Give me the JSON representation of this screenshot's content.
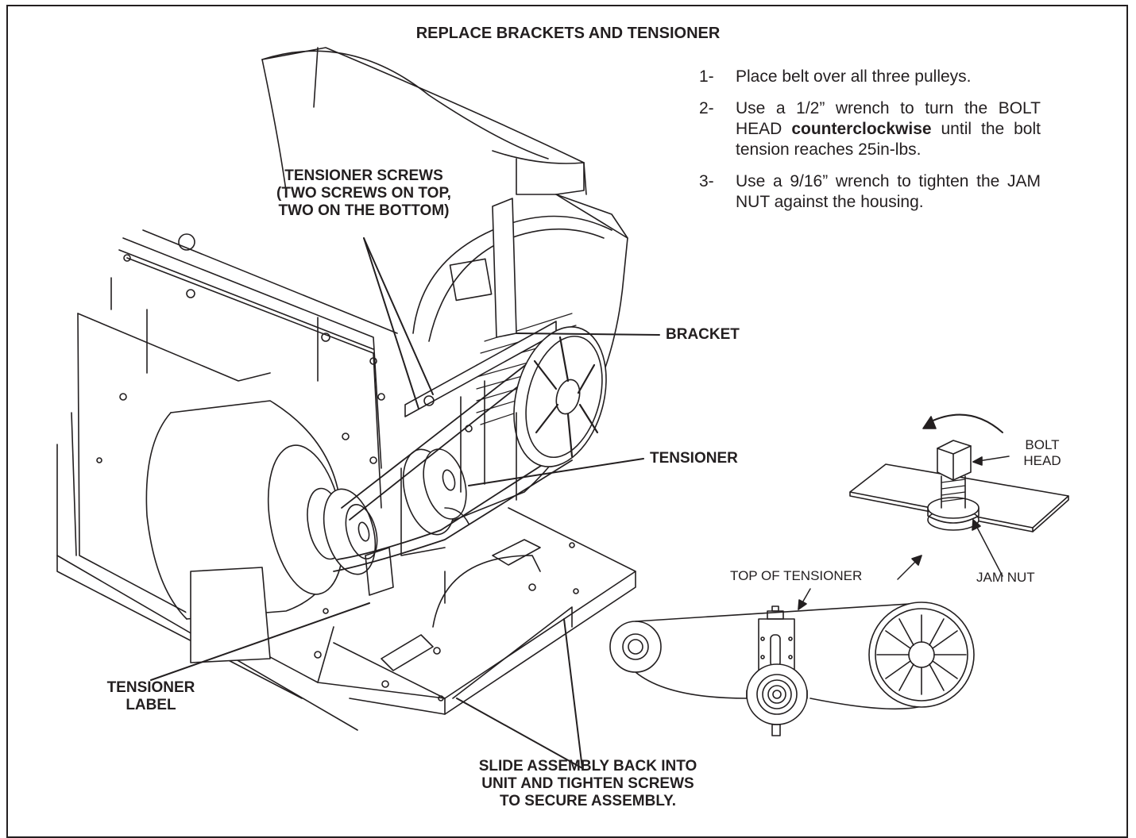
{
  "title": "REPLACE BRACKETS AND TENSIONER",
  "steps": [
    {
      "num": "1-",
      "text": "Place belt over all three pulleys."
    },
    {
      "num": "2-",
      "text_a": "Use a 1/2” wrench to turn the BOLT HEAD ",
      "bold": "counterclockwise",
      "text_b": " until the bolt tension reaches 25in-lbs."
    },
    {
      "num": "3-",
      "text": "Use a 9/16” wrench to tighten the JAM NUT against the housing."
    }
  ],
  "callouts": {
    "tensioner_screws": [
      "TENSIONER SCREWS",
      "(TWO SCREWS ON TOP,",
      "TWO ON THE BOTTOM)"
    ],
    "bracket": "BRACKET",
    "tensioner": "TENSIONER",
    "tensioner_label": [
      "TENSIONER",
      "LABEL"
    ],
    "slide_assembly": [
      "SLIDE ASSEMBLY BACK INTO",
      "UNIT AND TIGHTEN SCREWS",
      "TO SECURE ASSEMBLY."
    ]
  },
  "detail": {
    "bolt_head": [
      "BOLT",
      "HEAD"
    ],
    "jam_nut": "JAM NUT",
    "top_of_tensioner": "TOP OF TENSIONER"
  }
}
